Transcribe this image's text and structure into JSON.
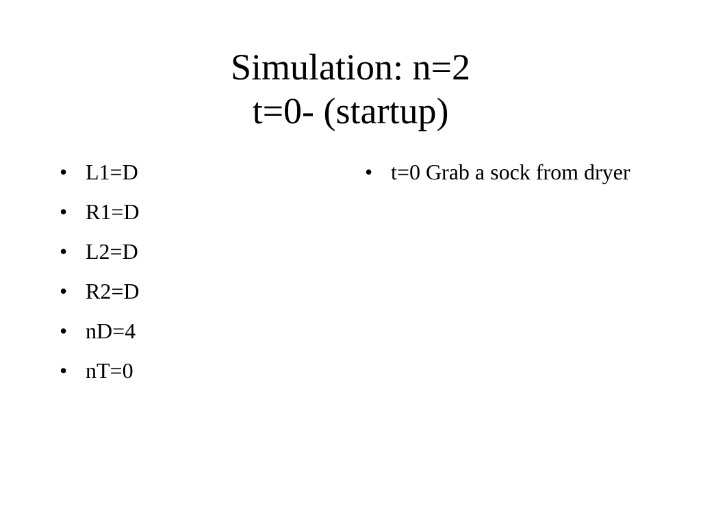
{
  "slide": {
    "title_line1": "Simulation: n=2",
    "title_line2": "t=0- (startup)",
    "bullet_glyph": "•",
    "left_items": [
      "L1=D",
      "R1=D",
      "L2=D",
      "R2=D",
      "nD=4",
      "nT=0"
    ],
    "right_items": [
      "t=0 Grab a sock from dryer"
    ]
  }
}
